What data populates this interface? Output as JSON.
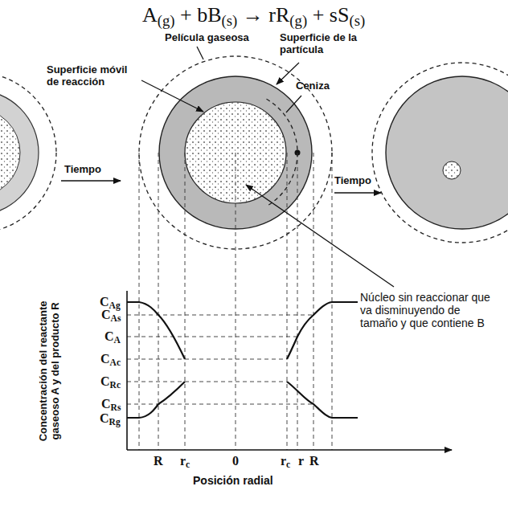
{
  "diagram": {
    "title": "A(g) + bB(s) → rR(g) + sS(s)",
    "labels": [
      "Película gaseosa",
      "Superficie de la partícula",
      "Superficie móvil de reacción",
      "Ceniza",
      "Tiempo",
      "Tiempo",
      "Núcleo sin reaccionar que va disminuyendo de tamaño y que contiene B",
      "Concentración del reactante gaseoso A y del producto R",
      "CAg",
      "CAs",
      "CA",
      "CAc",
      "CRc",
      "CRs",
      "CRg",
      "R",
      "rc",
      "0",
      "rc",
      "r",
      "R",
      "Posición radial"
    ]
  }
}
